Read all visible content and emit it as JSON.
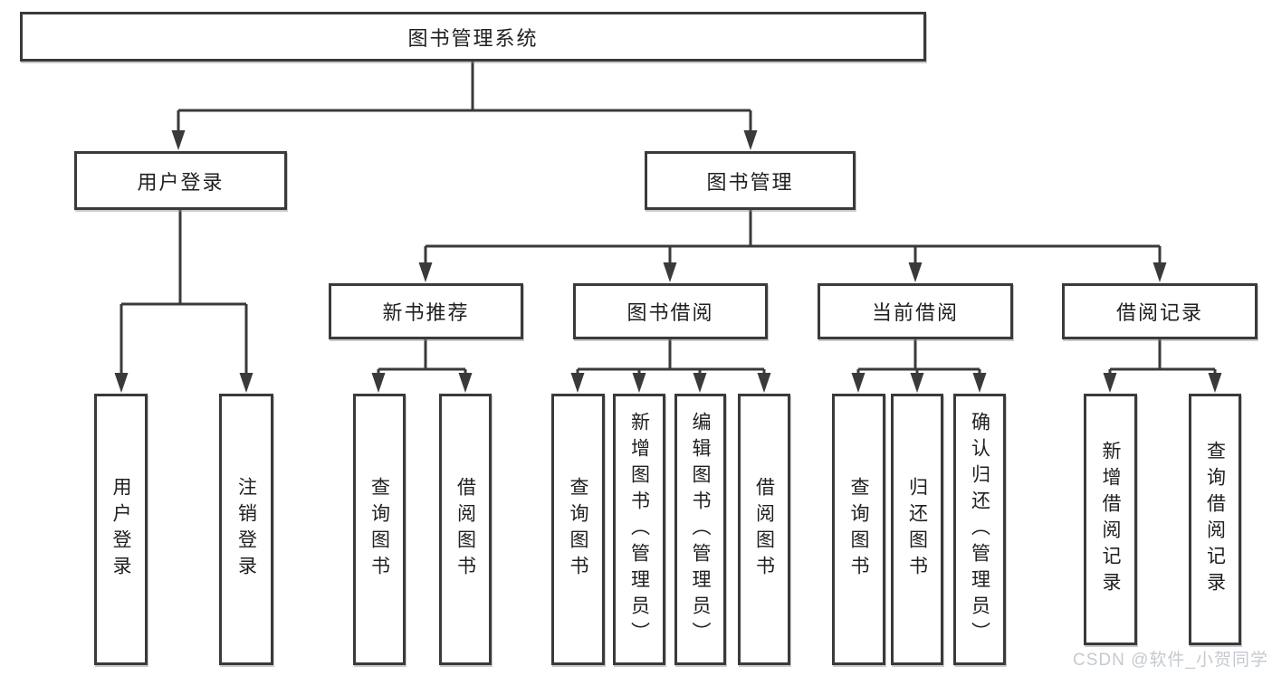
{
  "tree": {
    "root": {
      "label": "图书管理系统"
    },
    "children": [
      {
        "label": "用户登录",
        "children": [
          {
            "label": "用户登录"
          },
          {
            "label": "注销登录"
          }
        ]
      },
      {
        "label": "图书管理",
        "children": [
          {
            "label": "新书推荐",
            "children": [
              {
                "label": "查询图书"
              },
              {
                "label": "借阅图书"
              }
            ]
          },
          {
            "label": "图书借阅",
            "children": [
              {
                "label": "查询图书"
              },
              {
                "label": "新增图书（管理员）"
              },
              {
                "label": "编辑图书（管理员）"
              },
              {
                "label": "借阅图书"
              }
            ]
          },
          {
            "label": "当前借阅",
            "children": [
              {
                "label": "查询图书"
              },
              {
                "label": "归还图书"
              },
              {
                "label": "确认归还（管理员）"
              }
            ]
          },
          {
            "label": "借阅记录",
            "children": [
              {
                "label": "新增借阅记录"
              },
              {
                "label": "查询借阅记录"
              }
            ]
          }
        ]
      }
    ]
  },
  "watermark": {
    "text": "CSDN @软件_小贺同学"
  },
  "colors": {
    "line": "#3a3a3a",
    "text": "#202020",
    "watermark": "#c5cad0",
    "background": "#ffffff"
  }
}
